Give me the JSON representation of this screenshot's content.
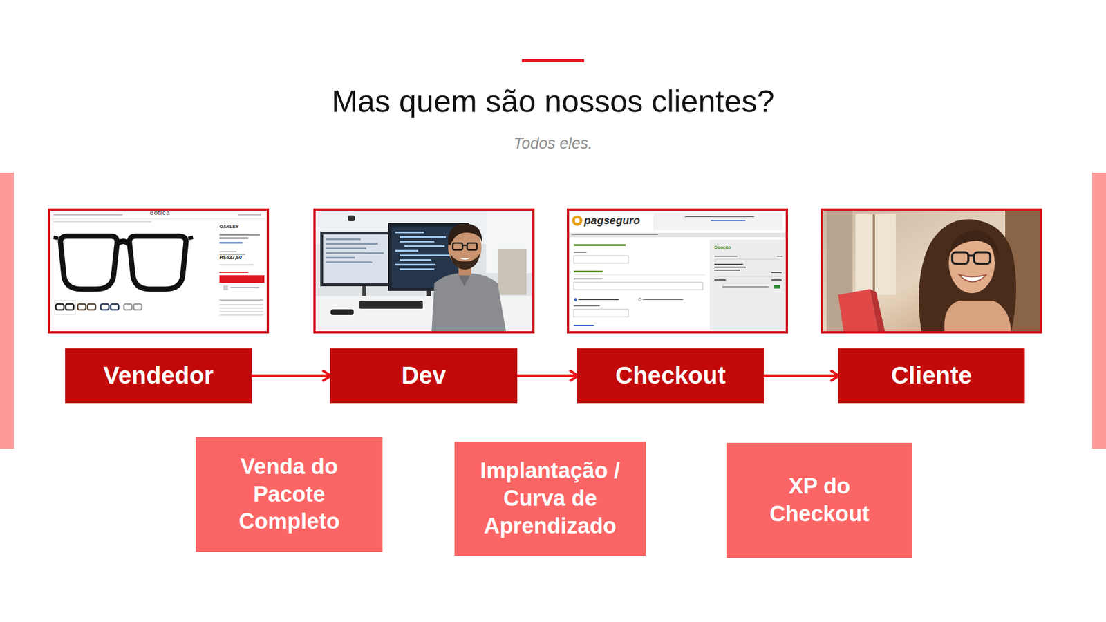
{
  "diagram": {
    "title": "Mas quem são nossos clientes?",
    "nodes": [
      {
        "text": [
          "Vendedor"
        ]
      },
      {
        "text": [
          "Dev"
        ]
      },
      {
        "text": [
          "Checkout"
        ]
      },
      {
        "text": [
          "Cliente"
        ]
      },
      {
        "text": [
          "Venda do Pacote Completo"
        ]
      },
      {
        "text": [
          "Implantação / Curva de Aprendizado"
        ]
      },
      {
        "text": [
          "XP do Checkout"
        ]
      }
    ],
    "edges": [
      {
        "from": 0,
        "to": 1,
        "arrow": "to"
      },
      {
        "from": 1,
        "to": 2,
        "arrow": "to"
      },
      {
        "from": 2,
        "to": 3,
        "arrow": "to"
      }
    ],
    "labels": [
      "Todos eles.",
      "eótica",
      "OAKLEY",
      "R$427,50",
      "pagseguro",
      "Doação"
    ]
  }
}
